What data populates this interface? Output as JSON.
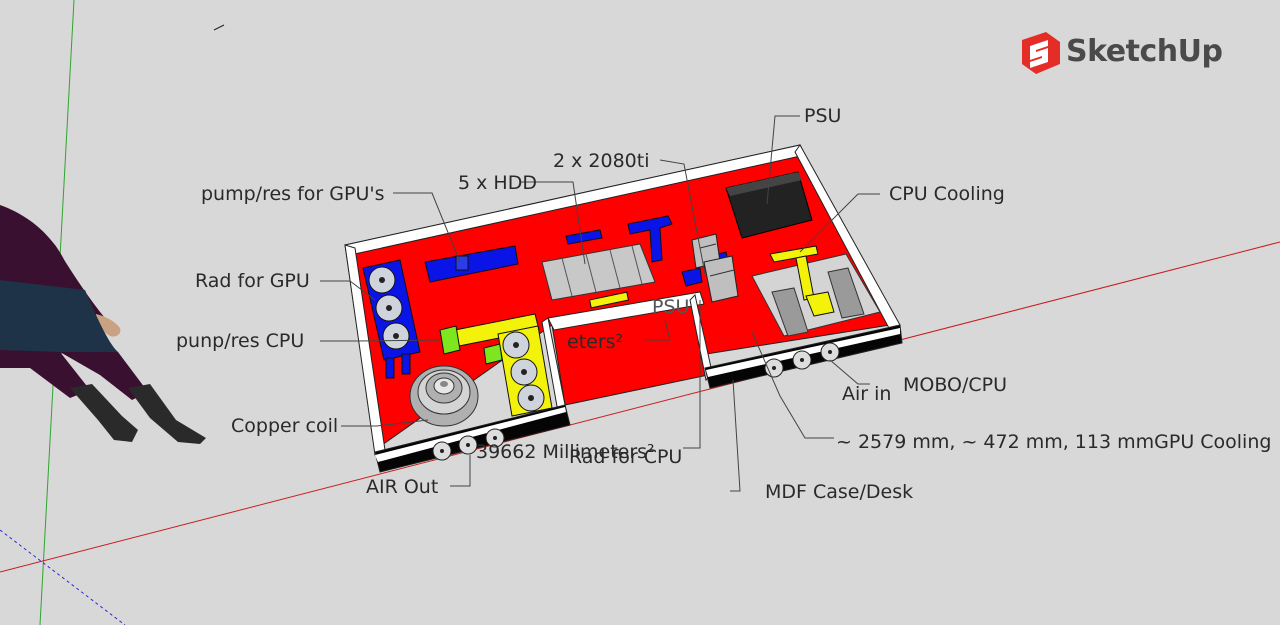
{
  "app": {
    "name": "SketchUp",
    "logo_icon": "sketchup-logo-icon"
  },
  "colors": {
    "background": "#d8d8d8",
    "case_interior": "#ff0000",
    "case_wall": "#ffffff",
    "case_base": "#000000",
    "red_axis": "#c81e1e",
    "green_axis": "#2fa52f",
    "blue_axis": "#2a2ad8",
    "radiator_blue": "#0a14e6",
    "pump_yellow": "#f2f20a",
    "fitting_green": "#7de61e"
  },
  "labels": {
    "psu": "PSU",
    "gpu": "2 x 2080ti",
    "hdd": "5 x HDD",
    "pump_gpu": "pump/res for GPU's",
    "cpu_cooling": "CPU Cooling",
    "rad_gpu": "Rad for GPU",
    "pump_cpu": "punp/res CPU",
    "copper_coil": "Copper coil",
    "air_out": "AIR Out",
    "rad_cpu": "Rad for CPU",
    "mdf_case": "MDF Case/Desk",
    "mobo_cpu": "MOBO/CPU",
    "air_in": "Air in",
    "dimensions": "~ 2579 mm, ~ 472 mm, 113 mm",
    "gpu_cooling": "GPU Cooling",
    "psu_ghost": "PSU",
    "area_ghost_1": "eters²",
    "area_ghost_2": "39662 Millimeters²"
  }
}
